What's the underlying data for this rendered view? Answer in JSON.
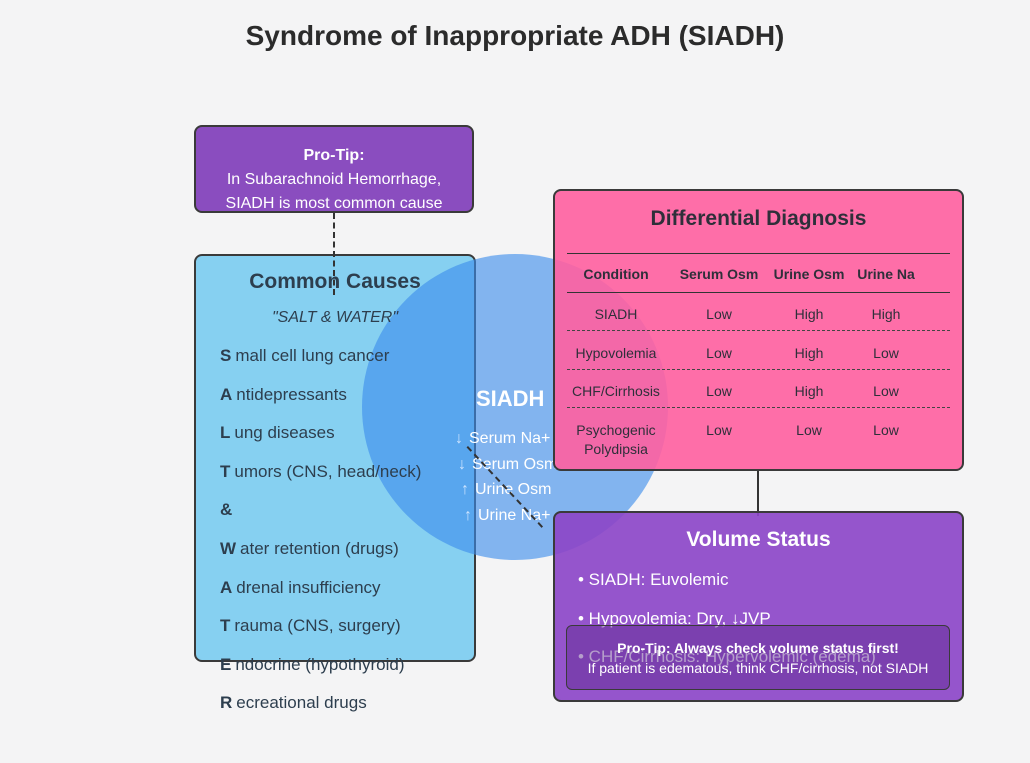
{
  "title": "Syndrome of Inappropriate ADH (SIADH)",
  "protip_top": {
    "heading": "Pro-Tip:",
    "line1": "In Subarachnoid Hemorrhage,",
    "line2": "SIADH is most common cause"
  },
  "causes": {
    "title": "Common Causes",
    "subtitle": "\"SALT & WATER\"",
    "items": [
      {
        "letter": "S",
        "rest": "mall cell lung cancer"
      },
      {
        "letter": "A",
        "rest": "ntidepressants"
      },
      {
        "letter": "L",
        "rest": "ung diseases"
      },
      {
        "letter": "T",
        "rest": "umors (CNS, head/neck)"
      },
      {
        "letter": "&",
        "rest": ""
      },
      {
        "letter": "W",
        "rest": "ater retention (drugs)"
      },
      {
        "letter": "A",
        "rest": "drenal insufficiency"
      },
      {
        "letter": "T",
        "rest": "rauma (CNS, surgery)"
      },
      {
        "letter": "E",
        "rest": "ndocrine (hypothyroid)"
      },
      {
        "letter": "R",
        "rest": "ecreational drugs"
      }
    ]
  },
  "siadh": {
    "label": "SIADH",
    "labs": [
      {
        "arrow": "↓",
        "text": "Serum Na+"
      },
      {
        "arrow": "↓",
        "text": "Serum Osm"
      },
      {
        "arrow": "↑",
        "text": "Urine Osm"
      },
      {
        "arrow": "↑",
        "text": "Urine Na+"
      }
    ]
  },
  "ddx": {
    "title": "Differential Diagnosis",
    "headers": [
      "Condition",
      "Serum Osm",
      "Urine Osm",
      "Urine Na"
    ],
    "rows": [
      [
        "SIADH",
        "Low",
        "High",
        "High"
      ],
      [
        "Hypovolemia",
        "Low",
        "High",
        "Low"
      ],
      [
        "CHF/Cirrhosis",
        "Low",
        "High",
        "Low"
      ],
      [
        "Psychogenic\nPolydipsia",
        "Low",
        "Low",
        "Low"
      ]
    ]
  },
  "volume": {
    "title": "Volume Status",
    "items": [
      "• SIADH: Euvolemic",
      "• Hypovolemia: Dry, ↓JVP",
      "• CHF/Cirrhosis: Hypervolemic (edema)"
    ]
  },
  "protip_bottom": {
    "heading": "Pro-Tip: Always check volume status first!",
    "line": "If patient is edematous, think CHF/cirrhosis, not SIADH"
  },
  "colors": {
    "protip": "#8a4dbf",
    "causes": "#6ec8f0",
    "siadh_circle": "#3c8ceb",
    "ddx": "#ff5fa0",
    "volume": "#8c46c8"
  }
}
